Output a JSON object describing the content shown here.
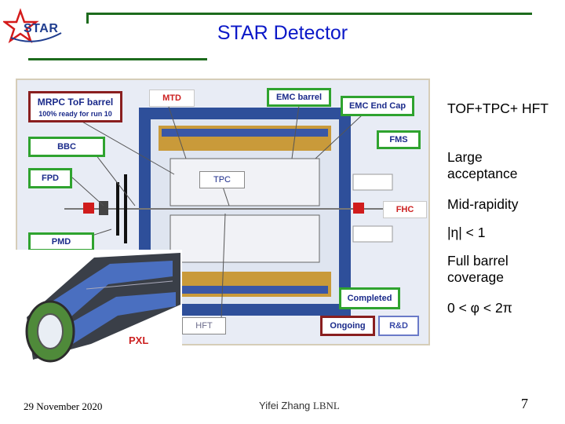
{
  "logo": {
    "text": "STAR"
  },
  "slide": {
    "title": "STAR Detector"
  },
  "diagram": {
    "mrpc_title": "MRPC ToF barrel",
    "mrpc_sub": "100% ready for run 10",
    "mtd": "MTD",
    "emc_barrel": "EMC barrel",
    "emc_endcap": "EMC End Cap",
    "fms": "FMS",
    "bbc": "BBC",
    "fpd": "FPD",
    "tpc": "TPC",
    "fhc": "FHC",
    "pmd": "PMD",
    "completed": "Completed",
    "hft": "HFT",
    "ongoing": "Ongoing",
    "rnd": "R&D",
    "pxl": "PXL"
  },
  "bullets": [
    "TOF+TPC+ HFT",
    "Large acceptance",
    "Mid-rapidity",
    "|η| < 1",
    "Full barrel coverage",
    "0 < φ < 2π"
  ],
  "footer": {
    "date": "29 November 2020",
    "author": "Yifei Zhang",
    "org": "LBNL",
    "page": "7"
  },
  "colors": {
    "title": "#0b18c8",
    "rule": "#1d6b1d",
    "green_box": "#2fa32f",
    "red_box": "#8a1f1f",
    "red_label": "#cc2020"
  }
}
